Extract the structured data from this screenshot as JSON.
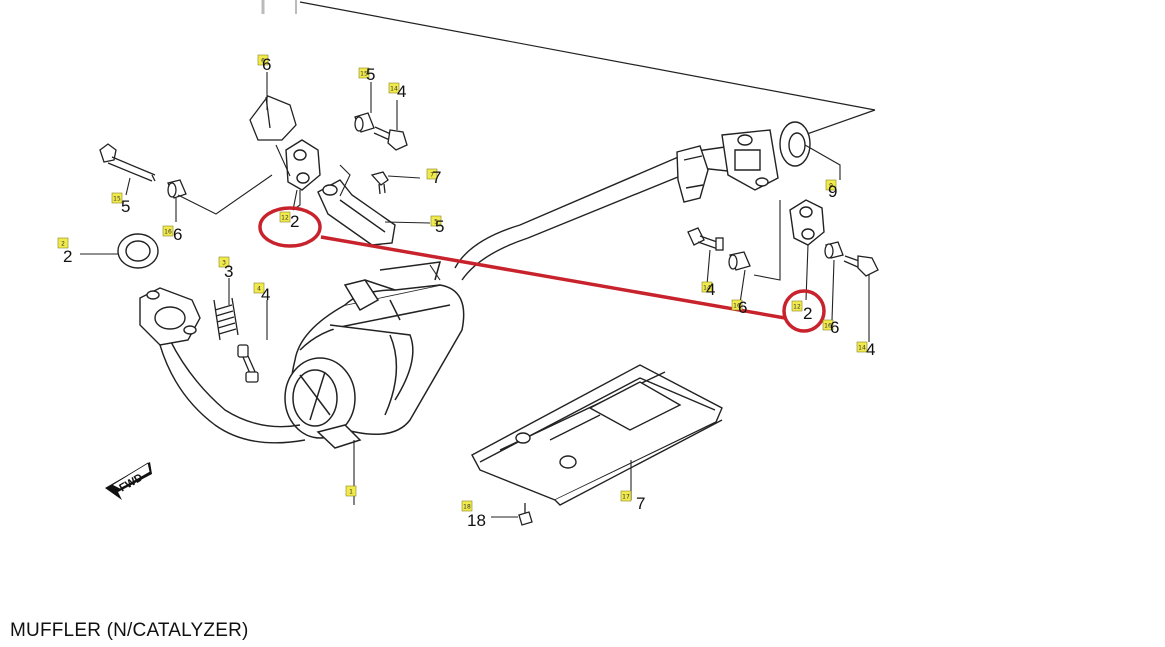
{
  "caption": "MUFFLER (N/CATALYZER)",
  "fwd_label": "FWD",
  "accent_color": "#c8232c",
  "tag_color": "#f1ea4c",
  "labels": {
    "l2_left": "2",
    "l3": "3",
    "l4_spring_bolt": "4",
    "l5_left_bolt": "5",
    "l6_left_bush": "6",
    "l6_top_bracket": "6",
    "l5_mid_bush": "5",
    "l4_top_bolt": "4",
    "l7_small_bolt": "7",
    "l5_bracket": "5",
    "l2_hanger_left": "2",
    "l9_gasket": "9",
    "l1_muffler": "1",
    "l4_right_bolt": "4",
    "l6_right_bush": "6",
    "l2_hanger_right": "2",
    "l6_right_bush2": "6",
    "l4_right_bolt2": "4",
    "l17_shield": "7",
    "l18_clip": "18"
  },
  "tags": {
    "t6_top": "6",
    "t15_mid": "15",
    "t14_top": "14",
    "t7": "7",
    "t5": "5",
    "t12_left": "12",
    "t9": "9",
    "t15_left": "15",
    "t16_left": "16",
    "t2": "2",
    "t3": "3",
    "t4": "4",
    "t1": "1",
    "t14_right": "14",
    "t16_right": "16",
    "t12_right": "12",
    "t16_right2": "16",
    "t14_right2": "14",
    "t17": "17",
    "t18": "18"
  }
}
